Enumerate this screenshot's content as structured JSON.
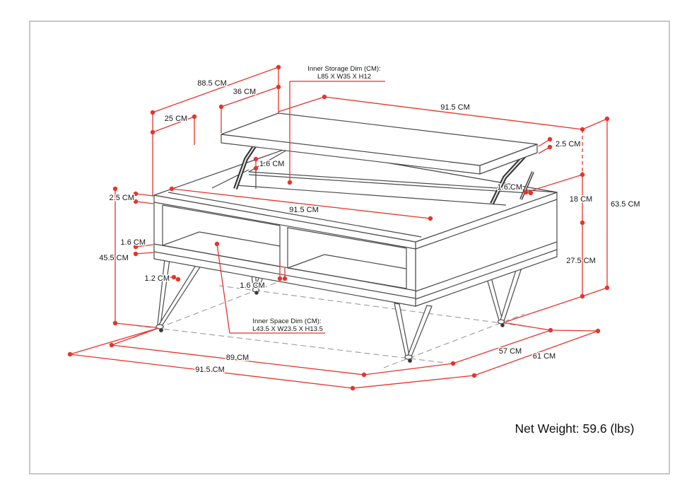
{
  "colors": {
    "dimension": "#e8332b",
    "drawing": "#4a4a4a",
    "dashed": "#9a9a9a",
    "border": "#b5b5b5"
  },
  "dimensions": {
    "top_left_width": "88.5 CM",
    "top_mid_width": "36 CM",
    "top_small_width": "25 CM",
    "top_length": "91.5 CM",
    "top_thickness_right": "2.5 CM",
    "lift_arm_left_thickness": "1.6 CM",
    "lift_arm_right_thickness": "1.6 CM",
    "lift_height": "18 CM",
    "overall_height": "63.5 CM",
    "leg_height": "27.5 CM",
    "body_top_thickness": "2.5 CM",
    "bottom_panel_thickness": "1.6 CM",
    "body_height": "45.5 CM",
    "leg_wire_thickness": "1.2 CM",
    "body_length": "91.5 CM",
    "base_panel_thickness": "1.6 CM",
    "footprint_length_inner": "89 CM",
    "footprint_length_outer": "91.5 CM",
    "footprint_depth_inner": "57 CM",
    "footprint_depth_outer": "61 CM"
  },
  "annotations": {
    "storage_title": "Inner Storage Dim (CM):",
    "storage_value": "L85 X W35 X H12",
    "space_title": "Inner Space Dim (CM):",
    "space_value": "L43.5 X W23.5 X H13.5"
  },
  "footer": {
    "net_weight": "Net Weight: 59.6 (lbs)"
  }
}
